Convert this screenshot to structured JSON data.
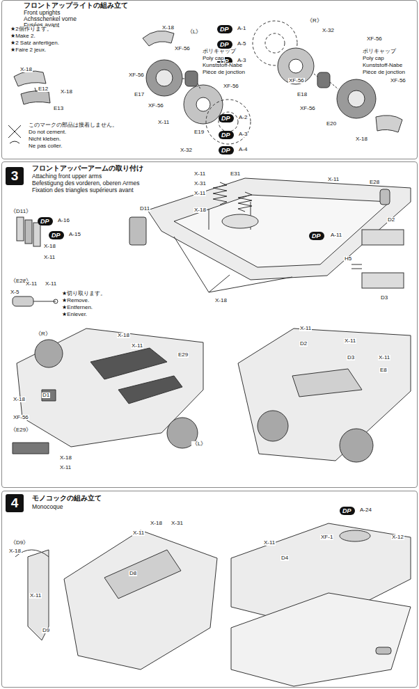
{
  "diagram": {
    "nodes": [
      {
        "text": [
          "フロントアップライトの組み立て",
          "Front uprights",
          "Achsschenkel vorne",
          "Fusées avant"
        ]
      },
      {
        "text": [
          "DP"
        ],
        "in": 0
      },
      {
        "text": [
          "DP"
        ],
        "in": 0
      },
      {
        "text": [
          "DP"
        ],
        "in": 0
      },
      {
        "text": [
          "DP"
        ],
        "in": 0
      },
      {
        "text": [
          "DP"
        ],
        "in": 0
      },
      {
        "text": [
          "DP"
        ],
        "in": 0
      },
      {
        "text": [
          "フロントアッパーアームの取り付け",
          "Attaching front upper arms",
          "Befestigung des vorderen, oberen Armes",
          "Fixation des triangles supérieurs avant"
        ]
      },
      {
        "text": [
          "3"
        ],
        "in": 7
      },
      {
        "text": [
          "DP"
        ],
        "in": 7
      },
      {
        "text": [
          "DP"
        ],
        "in": 7
      },
      {
        "text": [
          "DP"
        ],
        "in": 7
      },
      {
        "text": [
          "モノコックの組み立て",
          "Monocoque"
        ]
      },
      {
        "text": [
          "4"
        ],
        "in": 12
      },
      {
        "text": [
          "DP"
        ],
        "in": 12
      }
    ],
    "labels": [
      "★2個作ります。",
      "★Make 2.",
      "★2 Satz anfertigen.",
      "★Faire 2 jeux.",
      "X-18",
      "E12",
      "X-18",
      "E13",
      "このマークの部品は接着しません。",
      "Do not cement.",
      "Nicht kleben.",
      "Ne pas coller.",
      "《L》",
      "X-18",
      "XF-56",
      "ポリキャップ",
      "Poly cap",
      "Kunststoff-Nabe",
      "Pièce de jonction",
      "XF-56",
      "E17",
      "XF-56",
      "XF-56",
      "X-11",
      "E19",
      "X-32",
      "A-1",
      "A-5",
      "A-3",
      "《R》",
      "X-32",
      "XF-56",
      "ポリキャップ",
      "Poly cap",
      "Kunststoff-Nabe",
      "Pièce de jonction",
      "XF-56",
      "E18",
      "XF-56",
      "XF-56",
      "E20",
      "X-18",
      "A-2",
      "A-3",
      "A-4",
      "《D11》",
      "A-16",
      "A-15",
      "X-18",
      "X-11",
      "《E28》",
      "X-5",
      "X-11",
      "X-11",
      "★切り取ります。",
      "★Remove.",
      "★Entfernen.",
      "★Enlever.",
      "X-11",
      "E31",
      "X-31",
      "X-11",
      "X-11",
      "E28",
      "D11",
      "X-18",
      "A-11",
      "D2",
      "H5",
      "X-18",
      "D3",
      "《R》",
      "X-18",
      "X-11",
      "E29",
      "X-11",
      "X-11",
      "D2",
      "D3",
      "X-11",
      "E8",
      "D1",
      "X-18",
      "XF-56",
      "《E29》",
      "《L》",
      "X-18",
      "X-11",
      "《D9》",
      "X-18",
      "X-11",
      "X-18",
      "X-31",
      "A-24",
      "XF-1",
      "X-12",
      "X-11",
      "D4",
      "D8",
      "X-11",
      "D9"
    ]
  }
}
